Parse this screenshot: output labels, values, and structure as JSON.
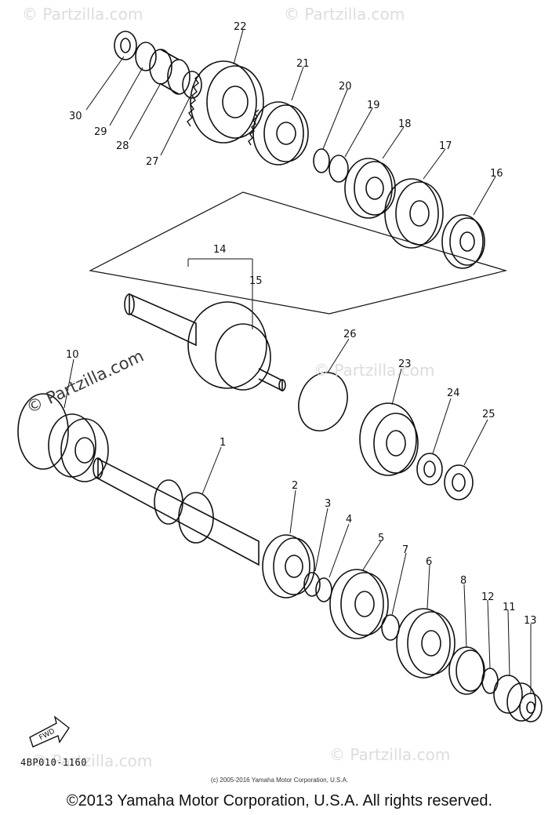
{
  "diagram": {
    "code": "4BP010-1160",
    "fwd_label": "FWD",
    "small_copyright": "(c) 2005-2016 Yamaha Motor Corporation, U.S.A.",
    "main_copyright": "©2013 Yamaha Motor Corporation, U.S.A. All rights reserved.",
    "callouts": [
      "1",
      "2",
      "3",
      "4",
      "5",
      "6",
      "7",
      "8",
      "10",
      "11",
      "12",
      "13",
      "14",
      "15",
      "16",
      "17",
      "18",
      "19",
      "20",
      "21",
      "22",
      "23",
      "24",
      "25",
      "26",
      "27",
      "28",
      "29",
      "30"
    ]
  },
  "watermarks": {
    "partzilla_rotated": "© Partzilla.com",
    "faint": "© Partzilla.com"
  }
}
